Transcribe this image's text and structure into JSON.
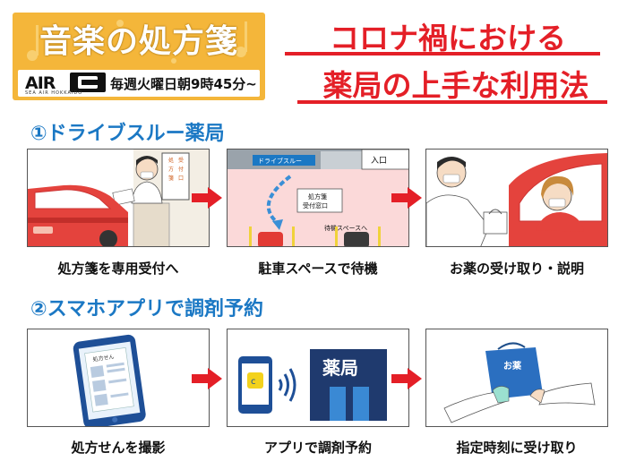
{
  "logo": {
    "title": "音楽の処方箋",
    "brand_a": "AIR",
    "brand_sub": "SEA AIR HOKKAIDO",
    "schedule": "毎週火曜日朝9時45分~"
  },
  "headline": {
    "line1": "コロナ禍における",
    "line2": "薬局の上手な利用法"
  },
  "section1": {
    "title": "①ドライブスルー薬局",
    "steps": [
      {
        "caption": "処方箋を専用受付へ",
        "sign": [
          "受",
          "付",
          "方",
          "処",
          "箋",
          "口"
        ]
      },
      {
        "caption": "駐車スペースで待機",
        "entrance": "入口",
        "window_label_1": "処方箋",
        "window_label_2": "受付窓口",
        "waiting": "待機スペースへ",
        "banner": "ドライブスルー"
      },
      {
        "caption": "お薬の受け取り・説明"
      }
    ]
  },
  "section2": {
    "title": "②スマホアプリで調剤予約",
    "steps": [
      {
        "caption": "処方せんを撮影",
        "doc_label": "処方せん"
      },
      {
        "caption": "アプリで調剤予約",
        "store_label": "薬局"
      },
      {
        "caption": "指定時刻に受け取り",
        "bag_label": "お薬"
      }
    ]
  },
  "colors": {
    "headline_red": "#e41f27",
    "section_blue": "#1b78c4",
    "logo_orange": "#f4b63a",
    "arrow_red": "#e41f27",
    "store_navy": "#1f3a6e"
  }
}
